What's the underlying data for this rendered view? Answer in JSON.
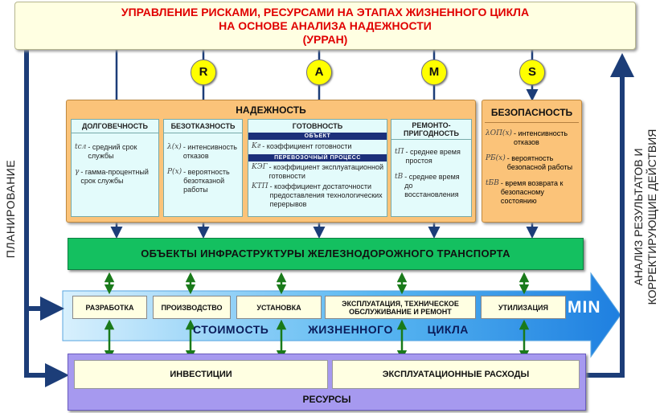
{
  "title": {
    "line1": "УПРАВЛЕНИЕ РИСКАМИ,  РЕСУРСАМИ НА ЭТАПАХ ЖИЗНЕННОГО ЦИКЛА",
    "line2": "НА ОСНОВЕ АНАЛИЗА НАДЕЖНОСТИ",
    "line3": "(УРРАН)"
  },
  "side": {
    "left": "ПЛАНИРОВАНИЕ",
    "right_line1": "АНАЛИЗ РЕЗУЛЬТАТОВ И",
    "right_line2": "КОРРЕКТИРУЮЩИЕ ДЕЙСТВИЯ"
  },
  "circles": [
    "R",
    "A",
    "M",
    "S"
  ],
  "reliability": {
    "title": "НАДЕЖНОСТЬ",
    "durability": {
      "head": "ДОЛГОВЕЧНОСТЬ",
      "items": [
        {
          "sym": "tсл",
          "text": "- средний срок службы"
        },
        {
          "sym": "γ",
          "text": "- гамма-процентный срок службы"
        }
      ]
    },
    "faultless": {
      "head": "БЕЗОТКАЗНОСТЬ",
      "items": [
        {
          "sym": "λ(x)",
          "text": "- интенсивность отказов"
        },
        {
          "sym": "P(x)",
          "text": "- вероятность безотказной работы"
        }
      ]
    },
    "readiness": {
      "head": "ГОТОВНОСТЬ",
      "band1": "ОБЪЕКТ",
      "band2": "ПЕРЕВОЗОЧНЫЙ ПРОЦЕСС",
      "items": [
        {
          "sym": "Kг",
          "text": "- коэффициент готовности"
        },
        {
          "sym": "KЭГ",
          "text": "- коэффициент эксплуатационной готовности"
        },
        {
          "sym": "KТП",
          "text": "- коэффициент достаточности предоставления технологических перерывов"
        }
      ]
    },
    "repairability": {
      "head_line1": "РЕМОНТО-",
      "head_line2": "ПРИГОДНОСТЬ",
      "items": [
        {
          "sym": "tП",
          "text": "- среднее время простоя"
        },
        {
          "sym": "tВ",
          "text": "- среднее время до восстановления"
        }
      ]
    }
  },
  "safety": {
    "title": "БЕЗОПАСНОСТЬ",
    "items": [
      {
        "sym": "λОП(x)",
        "text": "- интенсивность отказов"
      },
      {
        "sym": "PБ(x)",
        "text": "- вероятность безопасной работы"
      },
      {
        "sym": "tБВ",
        "text": "- время возврата к безопасному состоянию"
      }
    ]
  },
  "objects_bar": "ОБЪЕКТЫ ИНФРАСТРУКТУРЫ ЖЕЛЕЗНОДОРОЖНОГО ТРАНСПОРТА",
  "stages": {
    "s1": "РАЗРАБОТКА",
    "s2": "ПРОИЗВОДСТВО",
    "s3": "УСТАНОВКА",
    "s4_line1": "ЭКСПЛУАТАЦИЯ, ТЕХНИЧЕСКОЕ",
    "s4_line2": "ОБСЛУЖИВАНИЕ И РЕМОНТ",
    "s5": "УТИЛИЗАЦИЯ"
  },
  "cost_label": {
    "w1": "СТОИМОСТЬ",
    "w2": "ЖИЗНЕННОГО",
    "w3": "ЦИКЛА"
  },
  "min_label": "MIN",
  "resources": {
    "title": "РЕСУРСЫ",
    "investments": "ИНВЕСТИЦИИ",
    "operating": "ЭКСПЛУАТАЦИОННЫЕ РАСХОДЫ"
  },
  "colors": {
    "title_text": "#e00000",
    "title_bg": "#ffffe2",
    "flow_arrows": "#1c3d78",
    "circles": "#ffff00",
    "boxes_orange": "#fbc379",
    "cells_cyan": "#e3fbfb",
    "objects_green": "#14c060",
    "lifecycle_arrow": "#3aa8f0",
    "resources_purple": "#a699ef",
    "green_arrows": "#1a7a1a"
  }
}
